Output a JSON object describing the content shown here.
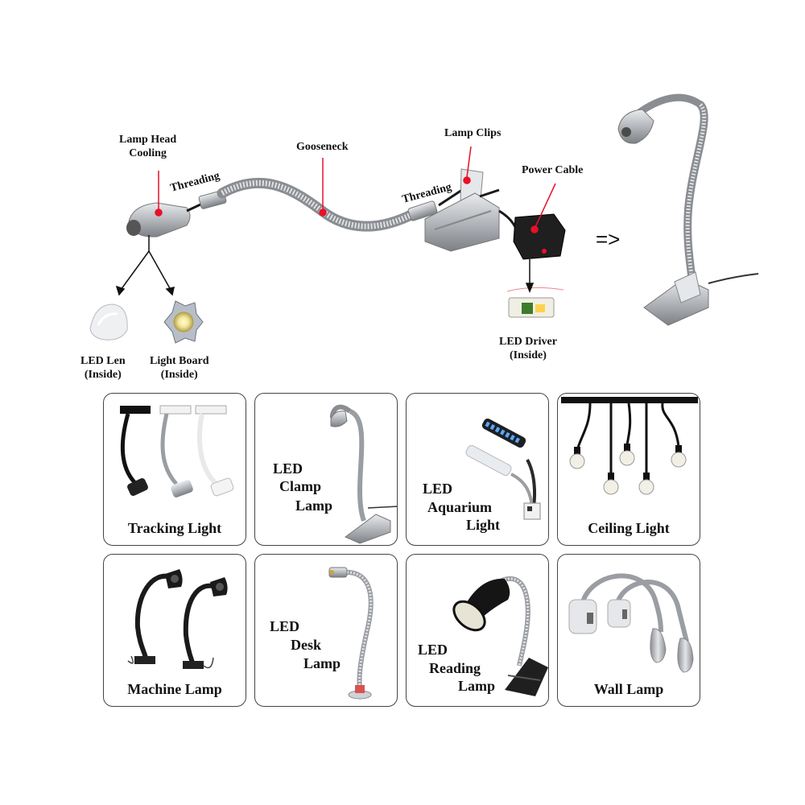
{
  "diagram": {
    "labels": {
      "lamp_head_cooling": [
        "Lamp Head",
        "Cooling"
      ],
      "threading_left": "Threading",
      "gooseneck": "Gooseneck",
      "threading_right": "Threading",
      "lamp_clips": "Lamp Clips",
      "power_cable": "Power Cable",
      "led_len": [
        "LED Len",
        "(Inside)"
      ],
      "light_board": [
        "Light Board",
        "(Inside)"
      ],
      "led_driver": [
        "LED Driver",
        "(Inside)"
      ],
      "arrow": "=>"
    },
    "colors": {
      "marker": "#e8102a",
      "metal": "#b9bcc0",
      "metal_dark": "#7d8086",
      "cable": "#1a1a1a"
    }
  },
  "applications": [
    {
      "id": "tracking-light",
      "caption": [
        "Tracking Light"
      ]
    },
    {
      "id": "led-clamp-lamp",
      "caption": [
        "LED",
        "Clamp",
        "Lamp"
      ]
    },
    {
      "id": "led-aquarium-light",
      "caption": [
        "LED",
        "Aquarium",
        "Light"
      ]
    },
    {
      "id": "ceiling-light",
      "caption": [
        "Ceiling Light"
      ]
    },
    {
      "id": "machine-lamp",
      "caption": [
        "Machine Lamp"
      ]
    },
    {
      "id": "led-desk-lamp",
      "caption": [
        "LED",
        "Desk",
        "Lamp"
      ]
    },
    {
      "id": "led-reading-lamp",
      "caption": [
        "LED",
        "Reading",
        "Lamp"
      ]
    },
    {
      "id": "wall-lamp",
      "caption": [
        "Wall Lamp"
      ]
    }
  ]
}
